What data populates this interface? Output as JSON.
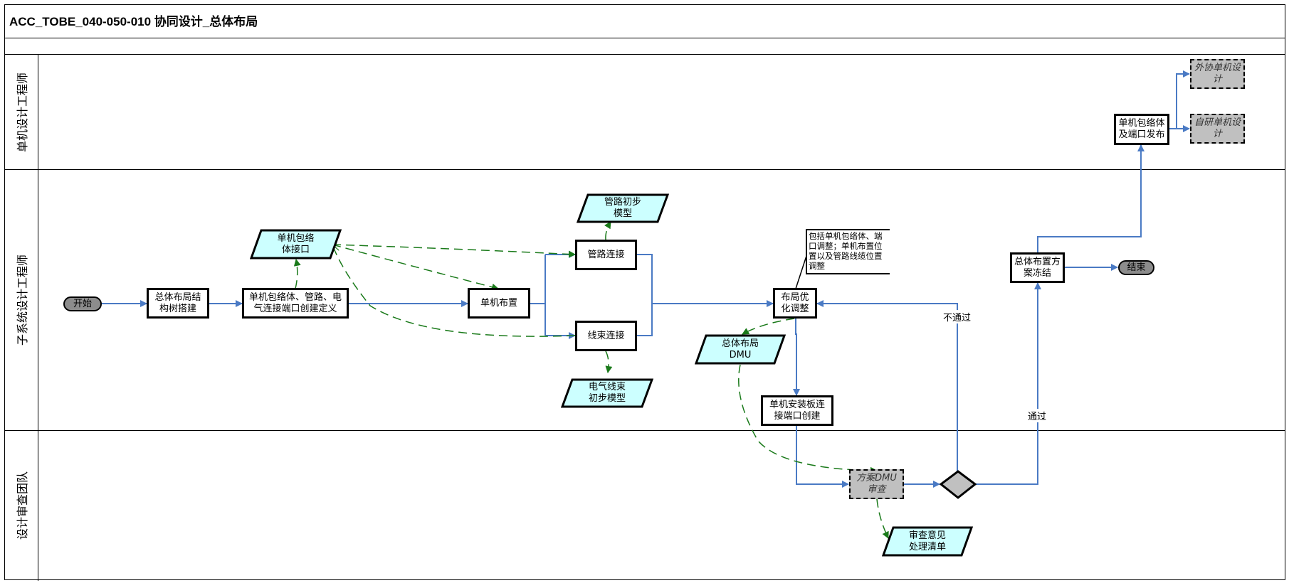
{
  "title": "ACC_TOBE_040-050-010 协同设计_总体布局",
  "lanes": [
    {
      "label": "单机设计工程师"
    },
    {
      "label": "子系统设计工程师"
    },
    {
      "label": "设计审查团队"
    }
  ],
  "nodes": {
    "start": "开始",
    "end": "结束",
    "build_tree": "总体布局结构树搭建",
    "define_ports": "单机包络体、管路、电气连接端口创建定义",
    "unit_interface": "单机包络体接口",
    "unit_layout": "单机布置",
    "pipe_connect": "管路连接",
    "pipe_model": "管路初步模型",
    "harness_connect": "线束连接",
    "harness_model": "电气线束初步模型",
    "layout_optimize": "布局优化调整",
    "layout_dmu": "总体布局DMU",
    "mount_ports": "单机安装板连接端口创建",
    "dmu_review": "方案DMU审查",
    "review_list": "审查意见处理清单",
    "freeze": "总体布置方案冻结",
    "publish": "单机包络体及端口发布",
    "outsourced_design": "外协单机设计",
    "inhouse_design": "自研单机设计"
  },
  "annotation": "包括单机包络体、端口调整；单机布置位置以及管路线缆位置调整",
  "edge_labels": {
    "fail": "不通过",
    "pass": "通过"
  },
  "colors": {
    "flow": "#4a7ac4",
    "data_flow": "#1a7a1a",
    "data_fill": "#ccffff",
    "external_fill": "#c0c0c0",
    "terminal_fill": "#8c8c8c"
  }
}
